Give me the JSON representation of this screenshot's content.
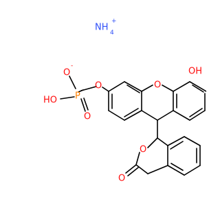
{
  "colors": {
    "carbon_bond": "#000000",
    "oxygen": "#ff0d0d",
    "phosphorus": "#ff8000",
    "nitrogen": "#3050f8"
  },
  "ammonium": {
    "symbol": "NH",
    "subscript": "4",
    "charge": "+"
  },
  "labels": {
    "phosphate_anion_o": "O",
    "phosphate_anion_charge": "-",
    "phosphate_ho": "HO",
    "phosphorus": "P",
    "phosphate_double_o": "O",
    "ester_o": "O",
    "ring_o": "O",
    "hydroxyl": "OH",
    "lactone_o": "O",
    "carbonyl_o": "O"
  }
}
